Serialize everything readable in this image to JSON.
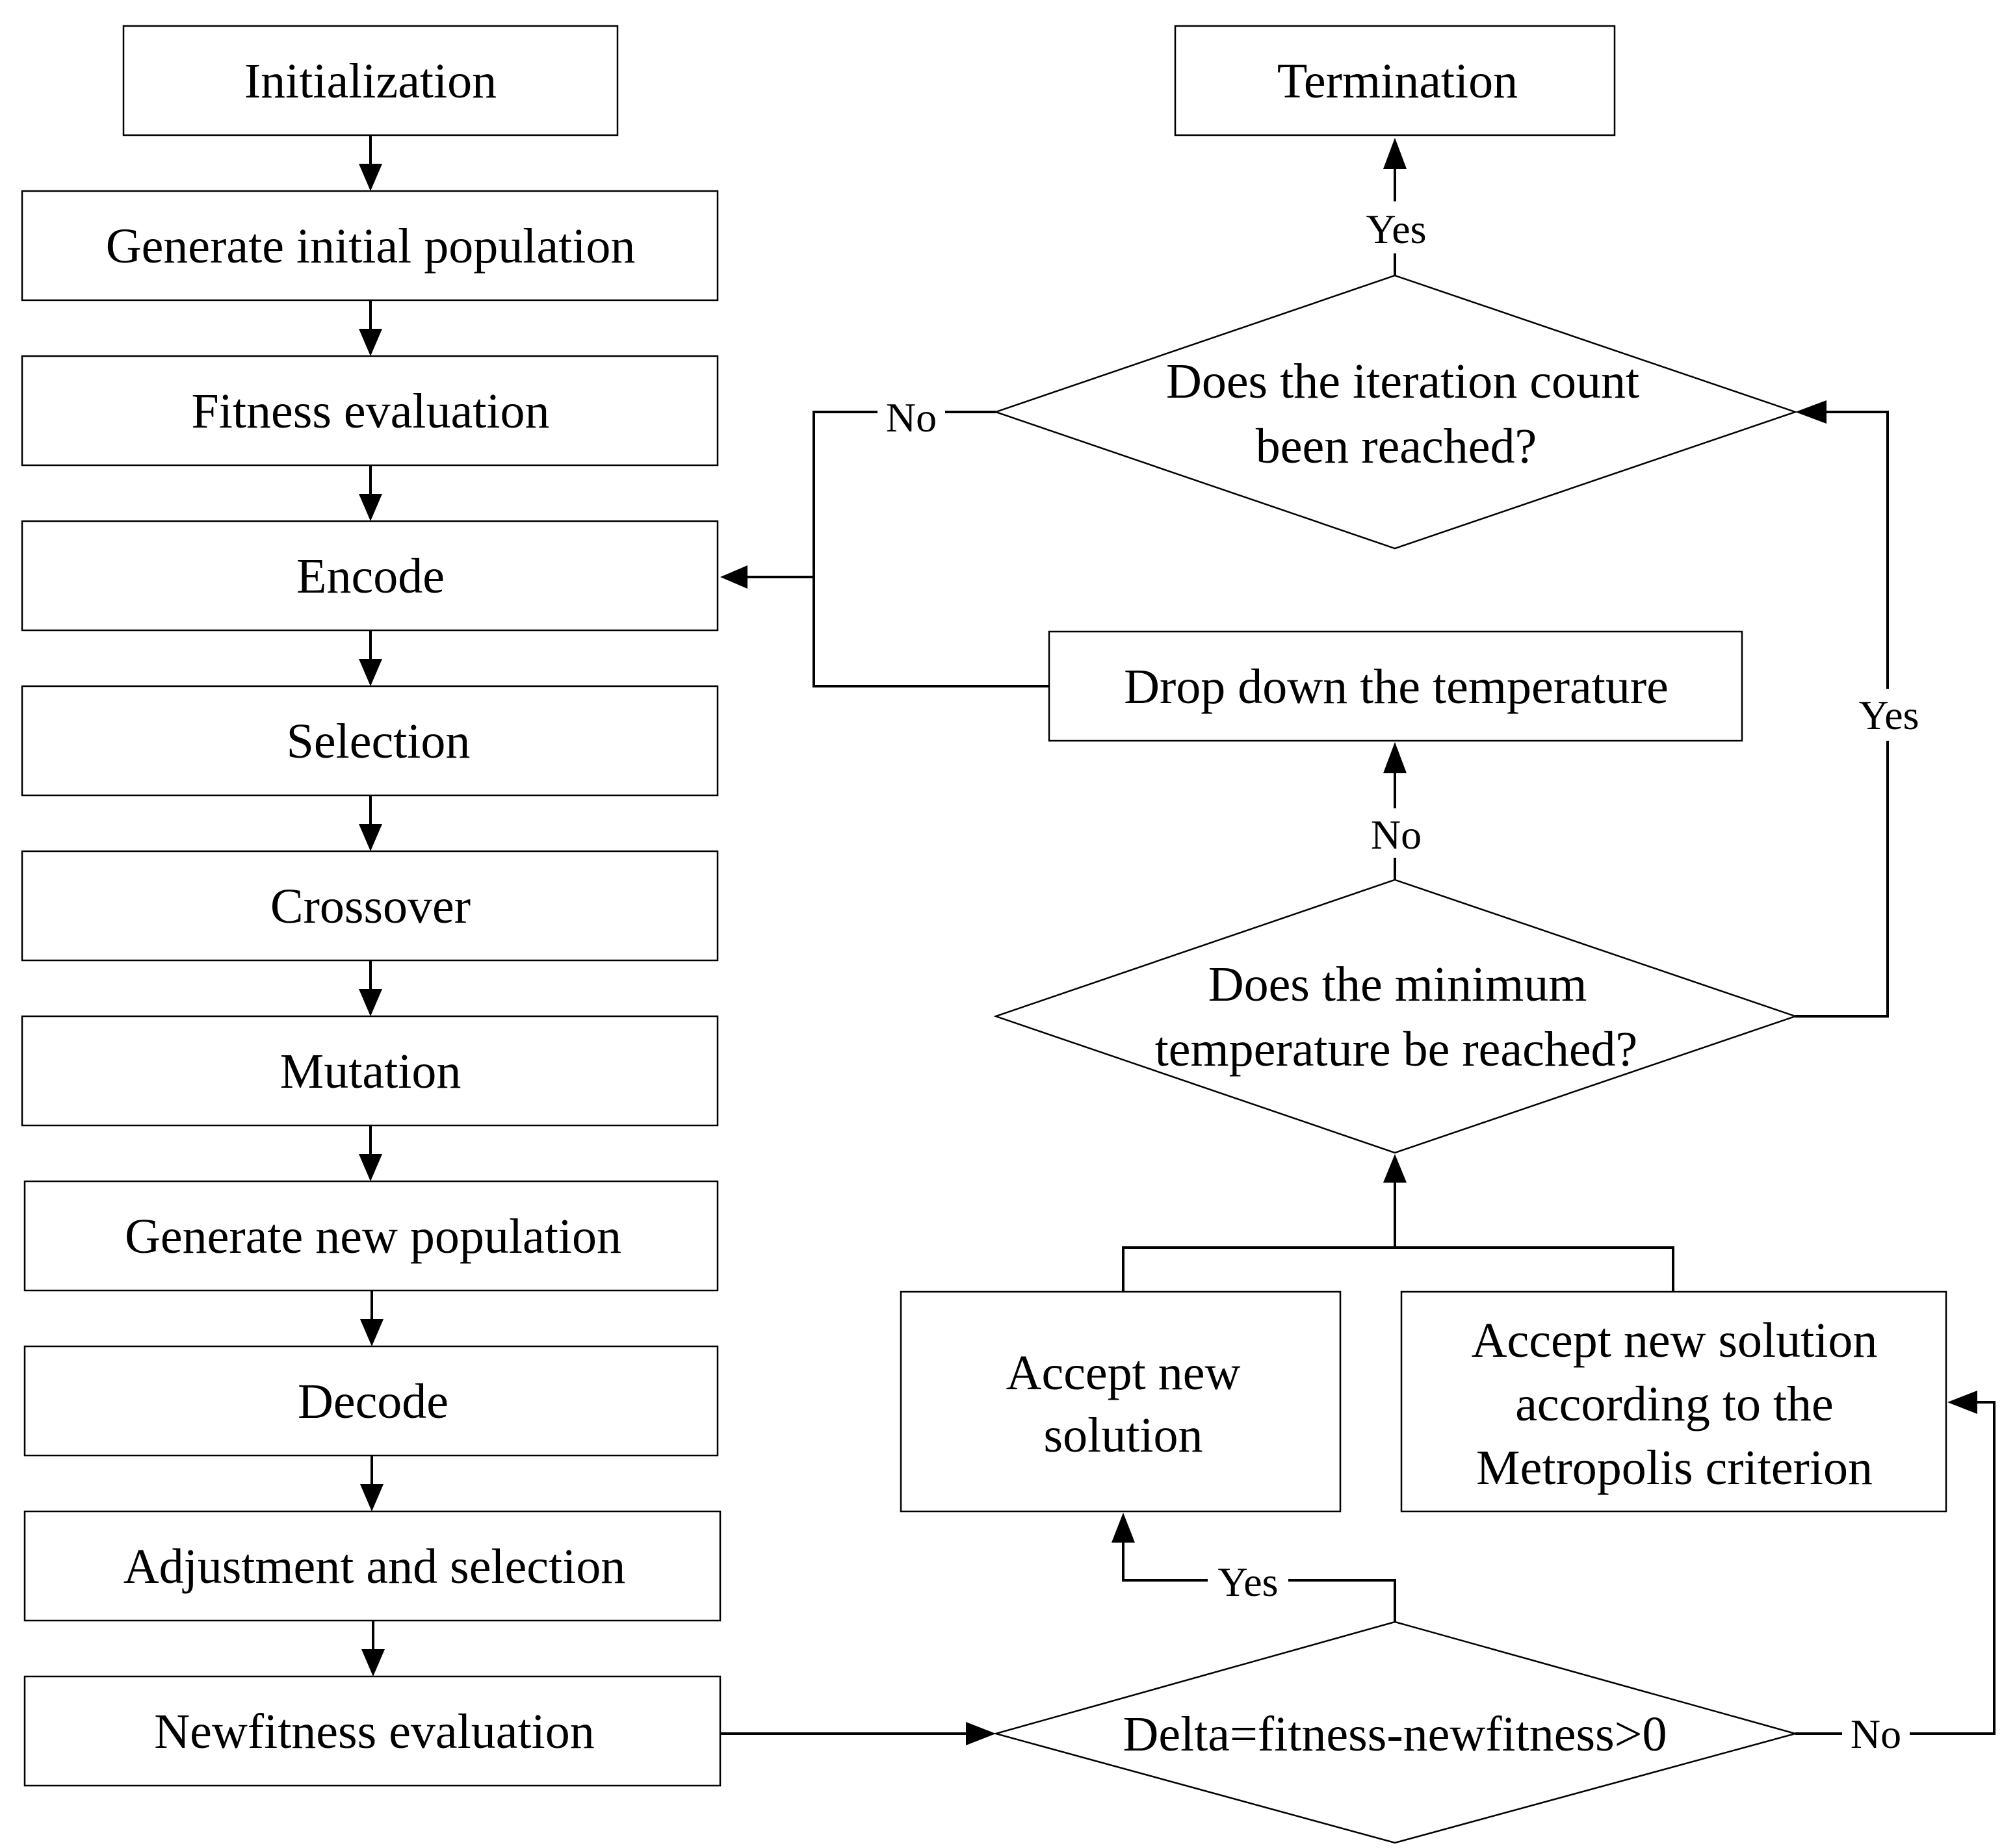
{
  "boxes": {
    "initialization": "Initialization",
    "generate_initial_population": "Generate initial population",
    "fitness_evaluation": "Fitness evaluation",
    "encode": "Encode",
    "selection": "Selection",
    "crossover": "Crossover",
    "mutation": "Mutation",
    "generate_new_population": "Generate new population",
    "decode": "Decode",
    "adjustment_and_selection": "Adjustment and selection",
    "newfitness_evaluation": "Newfitness evaluation",
    "termination": "Termination",
    "drop_temperature": "Drop down the temperature",
    "accept_new_solution": [
      "Accept new",
      "solution"
    ],
    "accept_metropolis": [
      "Accept new solution",
      "according to the",
      "Metropolis criterion"
    ]
  },
  "decisions": {
    "iteration_count": [
      "Does the iteration  count",
      "been reached?"
    ],
    "min_temperature": [
      "Does the minimum",
      "temperature be reached?"
    ],
    "delta": "Delta=fitness-newfitness>0"
  },
  "edge_labels": {
    "yes": "Yes",
    "no": "No"
  },
  "colors": {
    "stroke": "#000000",
    "fill": "#ffffff"
  }
}
